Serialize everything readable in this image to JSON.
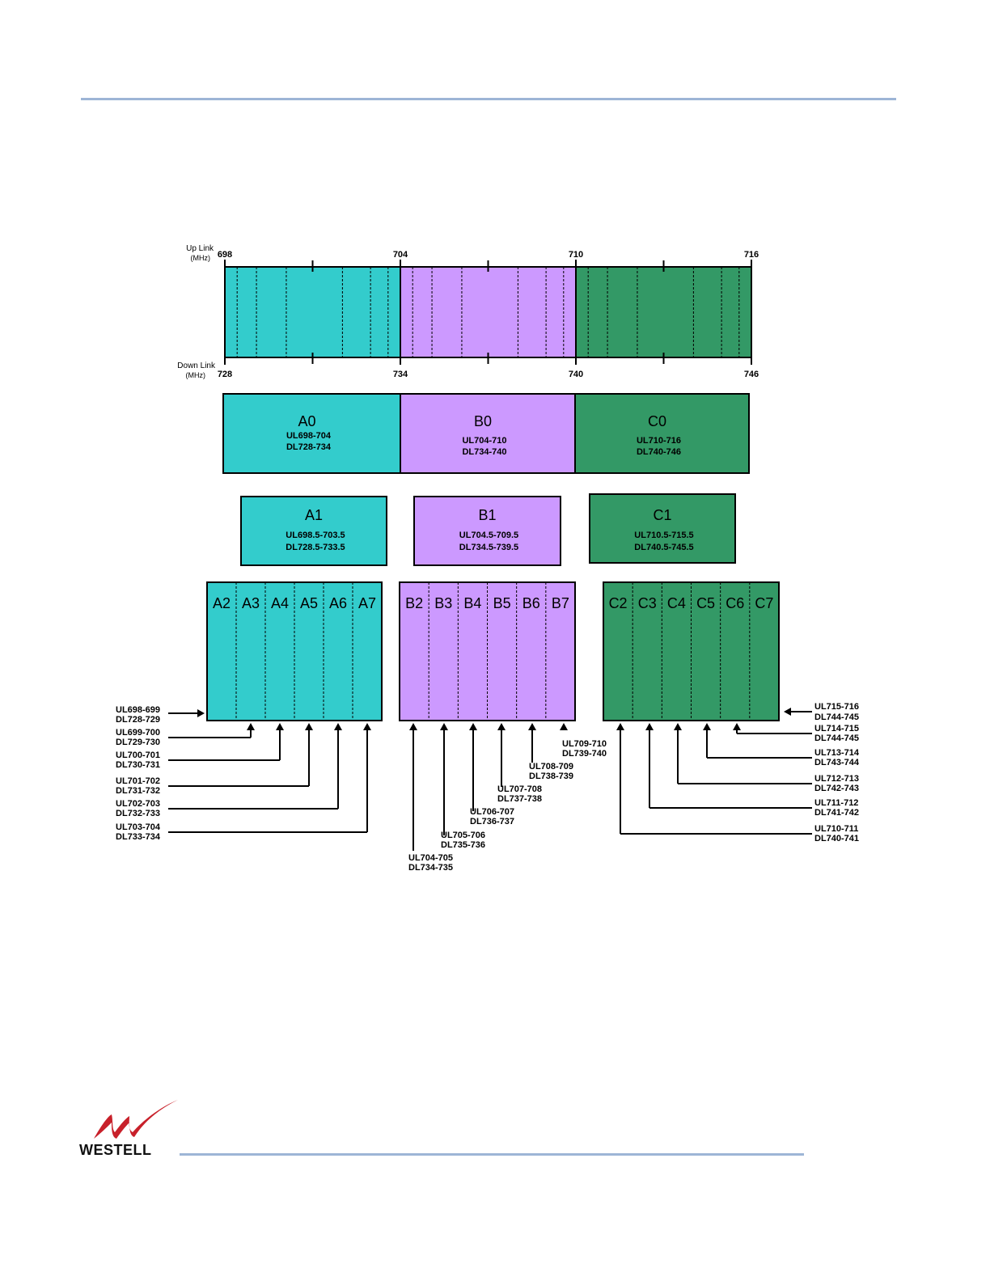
{
  "colors": {
    "band_a": "#33cccc",
    "band_b": "#cc99ff",
    "band_c": "#339966",
    "rule": "#9db5d6",
    "logo_red": "#c8202a"
  },
  "spectrum": {
    "uplink_label": [
      "Up Link",
      "(MHz)"
    ],
    "downlink_label": [
      "Down Link",
      "(MHz)"
    ],
    "uplink_ticks": [
      "698",
      "704",
      "710",
      "716"
    ],
    "downlink_ticks": [
      "728",
      "734",
      "740",
      "746"
    ]
  },
  "blocks_level0": [
    {
      "name": "A0",
      "ul": "UL698-704",
      "dl": "DL728-734",
      "band": "a"
    },
    {
      "name": "B0",
      "ul": "UL704-710",
      "dl": "DL734-740",
      "band": "b"
    },
    {
      "name": "C0",
      "ul": "UL710-716",
      "dl": "DL740-746",
      "band": "c"
    }
  ],
  "blocks_level1": [
    {
      "name": "A1",
      "ul": "UL698.5-703.5",
      "dl": "DL728.5-733.5",
      "band": "a"
    },
    {
      "name": "B1",
      "ul": "UL704.5-709.5",
      "dl": "DL734.5-739.5",
      "band": "b"
    },
    {
      "name": "C1",
      "ul": "UL710.5-715.5",
      "dl": "DL740.5-745.5",
      "band": "c"
    }
  ],
  "groups": [
    {
      "band": "a",
      "channels": [
        "A2",
        "A3",
        "A4",
        "A5",
        "A6",
        "A7"
      ],
      "ranges": [
        [
          "UL698-699",
          "DL728-729"
        ],
        [
          "UL699-700",
          "DL729-730"
        ],
        [
          "UL700-701",
          "DL730-731"
        ],
        [
          "UL701-702",
          "DL731-732"
        ],
        [
          "UL702-703",
          "DL732-733"
        ],
        [
          "UL703-704",
          "DL733-734"
        ]
      ]
    },
    {
      "band": "b",
      "channels": [
        "B2",
        "B3",
        "B4",
        "B5",
        "B6",
        "B7"
      ],
      "ranges": [
        [
          "UL704-705",
          "DL734-735"
        ],
        [
          "UL705-706",
          "DL735-736"
        ],
        [
          "UL706-707",
          "DL736-737"
        ],
        [
          "UL707-708",
          "DL737-738"
        ],
        [
          "UL708-709",
          "DL738-739"
        ],
        [
          "UL709-710",
          "DL739-740"
        ]
      ]
    },
    {
      "band": "c",
      "channels": [
        "C2",
        "C3",
        "C4",
        "C5",
        "C6",
        "C7"
      ],
      "ranges": [
        [
          "UL710-711",
          "DL740-741"
        ],
        [
          "UL711-712",
          "DL741-742"
        ],
        [
          "UL712-713",
          "DL742-743"
        ],
        [
          "UL713-714",
          "DL743-744"
        ],
        [
          "UL714-715",
          "DL744-745"
        ],
        [
          "UL715-716",
          "DL744-745"
        ]
      ]
    }
  ],
  "logo": {
    "text": "WESTELL"
  }
}
